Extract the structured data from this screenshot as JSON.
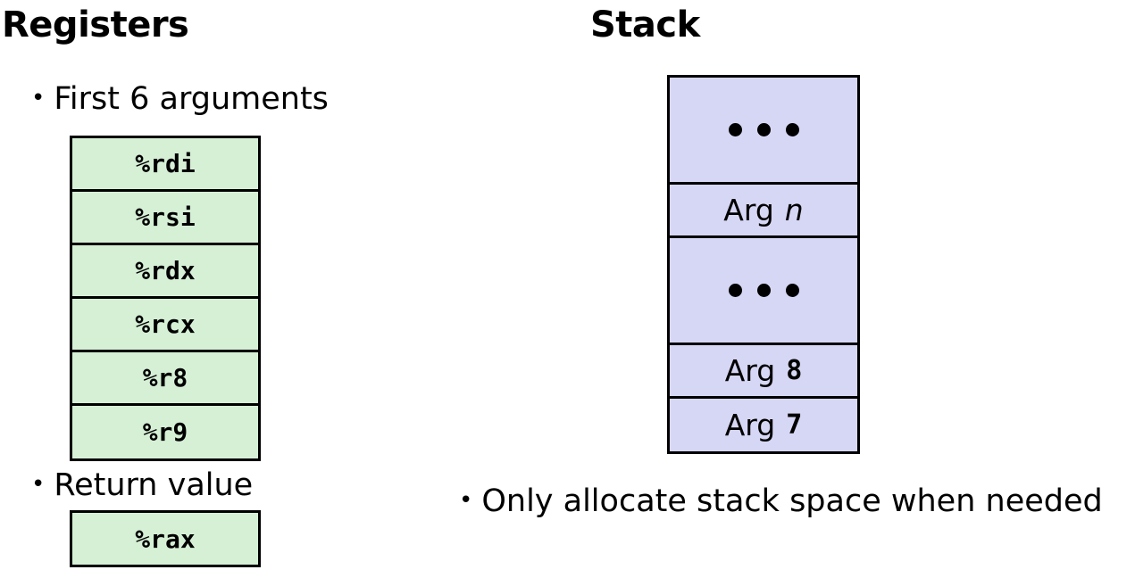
{
  "registers": {
    "heading": "Registers",
    "args_bullet": "First 6 arguments",
    "arg_registers": [
      "%rdi",
      "%rsi",
      "%rdx",
      "%rcx",
      "%r8",
      "%r9"
    ],
    "return_bullet": "Return value",
    "return_register": "%rax"
  },
  "stack": {
    "heading": "Stack",
    "arg_label": "Arg",
    "arg_n": "n",
    "arg_8": "8",
    "arg_7": "7",
    "note": "Only allocate stack space when needed"
  },
  "colors": {
    "register_fill": "#d6f0d6",
    "stack_fill": "#d6d6f5",
    "border": "#000000"
  },
  "icons": {
    "bullet": "bullet-dot",
    "ellipsis": "ellipsis-icon"
  }
}
